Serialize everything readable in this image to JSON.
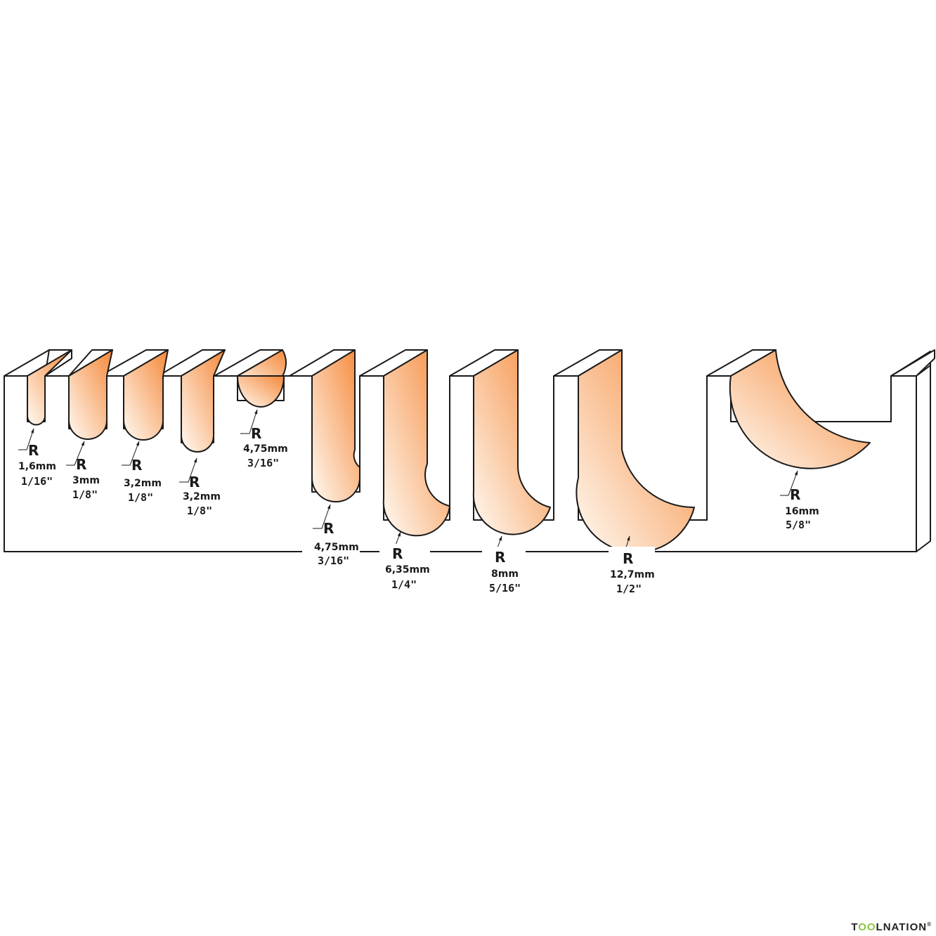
{
  "colors": {
    "orange_dark": "#f5893a",
    "orange_light": "#fffaf3",
    "stroke": "#1a1a1a",
    "brand_accent": "#8cc63f"
  },
  "radius_letter": "R",
  "profiles": [
    {
      "mm": "1,6mm",
      "inch": "1/16\""
    },
    {
      "mm": "3mm",
      "inch": "1/8\""
    },
    {
      "mm": "3,2mm",
      "inch": "1/8\""
    },
    {
      "mm": "3,2mm",
      "inch": "1/8\""
    },
    {
      "mm": "4,75mm",
      "inch": "3/16\""
    },
    {
      "mm": "4,75mm",
      "inch": "3/16\""
    },
    {
      "mm": "6,35mm",
      "inch": "1/4\""
    },
    {
      "mm": "8mm",
      "inch": "5/16\""
    },
    {
      "mm": "12,7mm",
      "inch": "1/2\""
    },
    {
      "mm": "16mm",
      "inch": "5/8\""
    }
  ],
  "brand": {
    "pre": "T",
    "accent": "OO",
    "post": "LNATION",
    "mark": "®"
  }
}
